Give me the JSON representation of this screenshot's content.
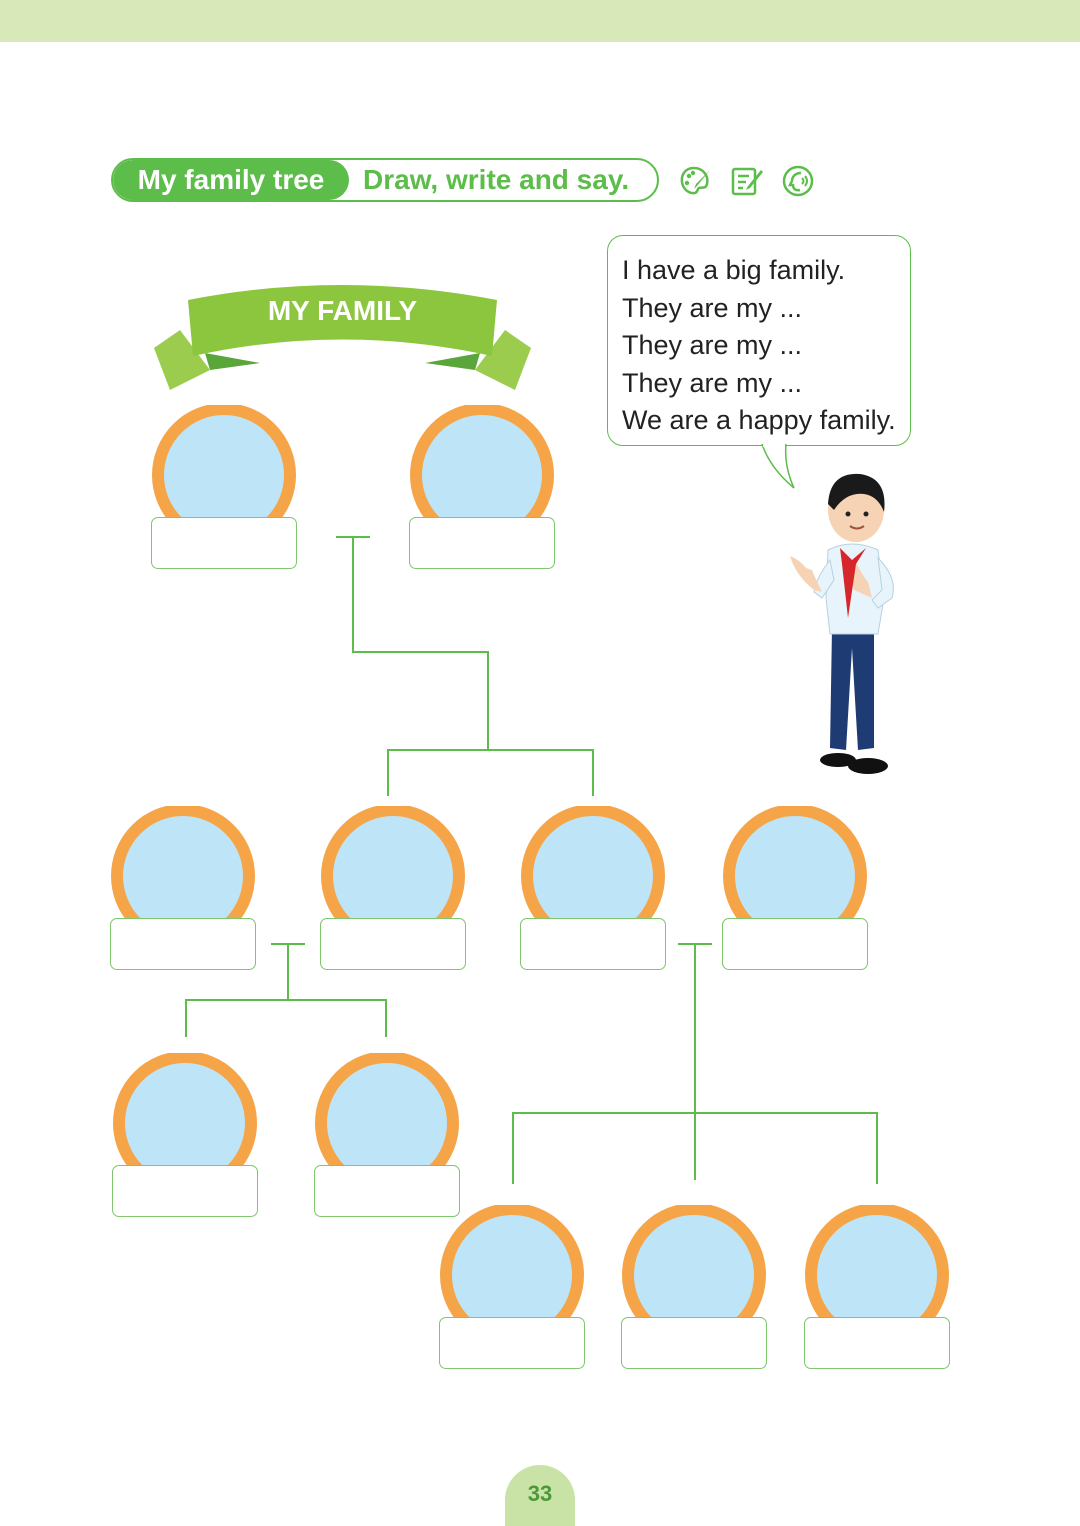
{
  "header": {
    "title": "My family tree",
    "instruction": "Draw, write and say.",
    "icons": [
      "palette-brush-icon",
      "write-notepad-icon",
      "speak-icon"
    ]
  },
  "banner": {
    "text": "MY FAMILY"
  },
  "speech_bubble": {
    "lines": [
      "I have a big family.",
      "They are my ...",
      "They are my ...",
      "They are my ...",
      "We are a happy family."
    ]
  },
  "members": [
    {
      "id": "grandparent-1"
    },
    {
      "id": "grandparent-2"
    },
    {
      "id": "gen2-1"
    },
    {
      "id": "gen2-2"
    },
    {
      "id": "gen2-3"
    },
    {
      "id": "gen2-4"
    },
    {
      "id": "gen3-left-1"
    },
    {
      "id": "gen3-left-2"
    },
    {
      "id": "gen3-right-1"
    },
    {
      "id": "gen3-right-2"
    },
    {
      "id": "gen3-right-3"
    }
  ],
  "colors": {
    "accent_green": "#5cbd4a",
    "frame_orange": "#f5a547",
    "photo_blue": "#bde4f7",
    "top_band": "#d8e8b8"
  },
  "page_number": "33"
}
